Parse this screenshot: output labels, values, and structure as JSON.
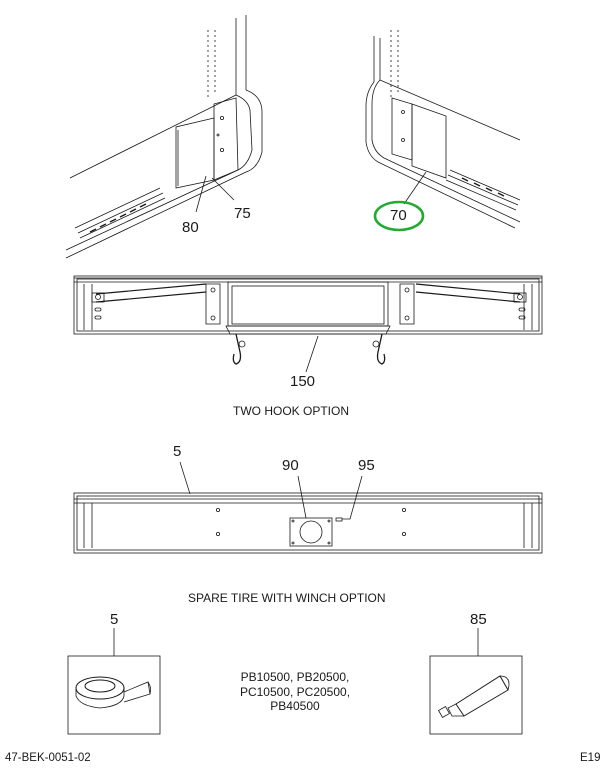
{
  "callouts": {
    "c75": "75",
    "c80": "80",
    "c70": "70",
    "c150": "150",
    "c5_top": "5",
    "c90": "90",
    "c95": "95",
    "c5_tape": "5",
    "c85": "85"
  },
  "captions": {
    "two_hook": "TWO HOOK OPTION",
    "spare_tire": "SPARE TIRE WITH WINCH OPTION"
  },
  "models": [
    "PB10500, PB20500,",
    "PC10500, PC20500,",
    "PB40500"
  ],
  "footer": {
    "drawing_number": "47-BEK-0051-02",
    "page_code": "E19"
  },
  "colors": {
    "line": "#1a1a1a",
    "highlight_circle": "#22aa33"
  }
}
